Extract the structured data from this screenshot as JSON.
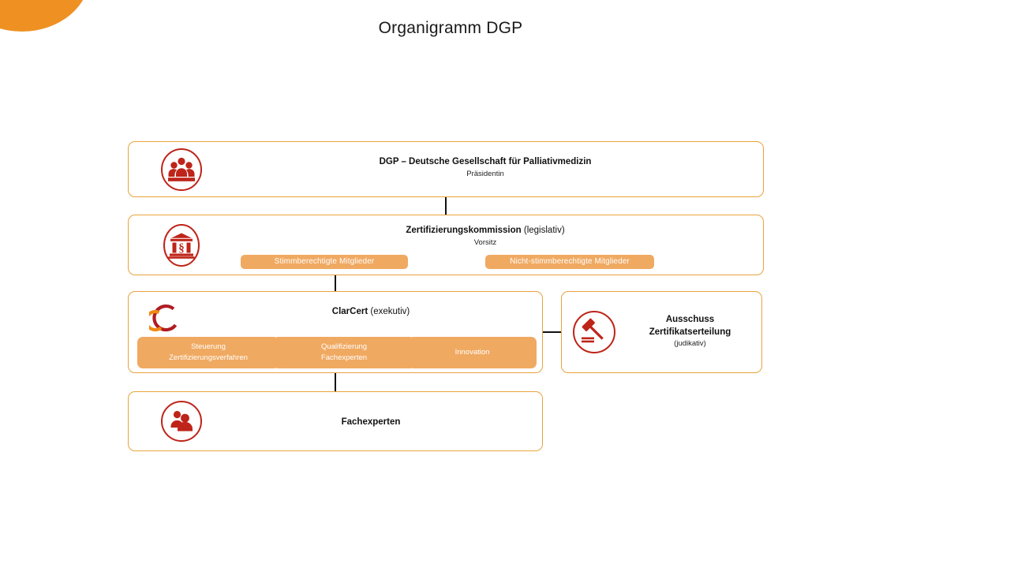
{
  "slide": {
    "title": "Organigramm DGP",
    "accent_orange": "#E8A33D",
    "pill_orange": "#F0A961",
    "icon_red": "#BE2419",
    "blob_orange": "#EE9122"
  },
  "nodes": {
    "dgp": {
      "icon": "group-of-people-icon",
      "title": "DGP – Deutsche Gesellschaft für Palliativmedizin",
      "subtitle": "Präsidentin"
    },
    "zertifizierungskommission": {
      "icon": "courthouse-paragraph-icon",
      "title_bold": "Zertifizierungskommission",
      "title_regular": " (legislativ)",
      "subtitle": "Vorsitz",
      "pills": [
        {
          "label": "Stimmberechtigte Mitglieder"
        },
        {
          "label": "Nicht-stimmberechtigte Mitglieder"
        }
      ]
    },
    "clarcert": {
      "icon": "clarcert-ring-logo-icon",
      "title_bold": "ClarCert",
      "title_regular": " (exekutiv)",
      "units": [
        {
          "line1": "Steuerung",
          "line2": "Zertifizierungsverfahren"
        },
        {
          "line1": "Qualifizierung",
          "line2": "Fachexperten"
        },
        {
          "line1": "Innovation",
          "line2": ""
        }
      ]
    },
    "ausschuss": {
      "icon": "gavel-icon",
      "title_line1": "Ausschuss",
      "title_line2": "Zertifikatserteilung",
      "subtitle": "(judikativ)"
    },
    "fachexperten": {
      "icon": "two-people-icon",
      "title": "Fachexperten"
    }
  }
}
